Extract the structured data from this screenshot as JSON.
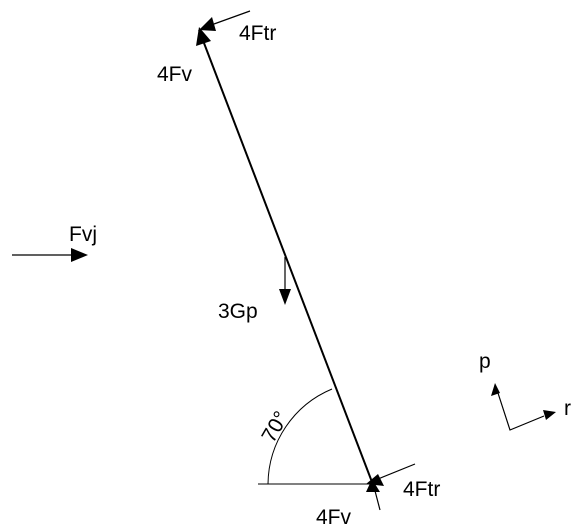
{
  "diagram": {
    "labels": {
      "top_friction": "4Ftr",
      "top_normal": "4Fv",
      "wind_force": "Fvj",
      "weight": "3Gp",
      "angle": "70°",
      "bottom_friction": "4Ftr",
      "bottom_normal": "4Fv"
    },
    "axes": {
      "p": "p",
      "r": "r"
    },
    "angle_value_deg": 70
  }
}
